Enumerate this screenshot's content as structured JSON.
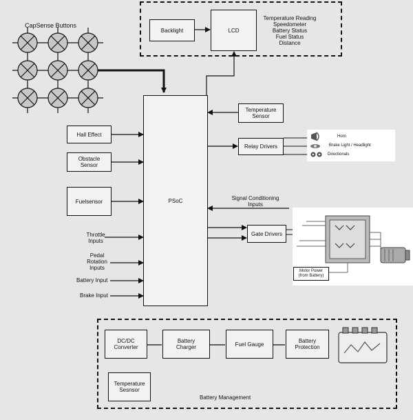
{
  "capsense": {
    "title": "CapSense Buttons"
  },
  "display": {
    "backlight": "Backlight",
    "lcd": "LCD",
    "readouts": [
      "Temperature Reading",
      "Speedometer",
      "Battery Status",
      "Fuel Status",
      "Distance"
    ]
  },
  "psoc": "PSoC",
  "inputs": {
    "hall_effect": "Hall Effect",
    "obstacle_sensor": [
      "Obstacle",
      "Sensor"
    ],
    "fuel_sensor": "Fuelsensor",
    "throttle": [
      "Throttle",
      "Inputs"
    ],
    "pedal_rotation": [
      "Pedal",
      "Rotation",
      "Inputs"
    ],
    "battery_input": "Battery Input",
    "brake_input": "Brake Input"
  },
  "right_side": {
    "temperature_sensor": [
      "Temperature",
      "Sensor"
    ],
    "relay_drivers": "Relay Drivers",
    "relay_outputs": [
      "Horn",
      "Brake Light / Headlight",
      "Directionals"
    ],
    "signal_conditioning": [
      "Signal Conditioning",
      "Inputs"
    ],
    "gate_drivers": "Gate Drivers",
    "motor_power": [
      "Motor Power",
      "(from Battery)"
    ]
  },
  "battery_management": {
    "title": "Battery Management",
    "dcdc": [
      "DC/DC",
      "Converter"
    ],
    "charger": [
      "Battery",
      "Charger"
    ],
    "fuel_gauge": "Fuel Gauge",
    "protection": [
      "Battery",
      "Protection"
    ],
    "temperature_sensor": [
      "Temperature",
      "Sesnsor"
    ]
  }
}
